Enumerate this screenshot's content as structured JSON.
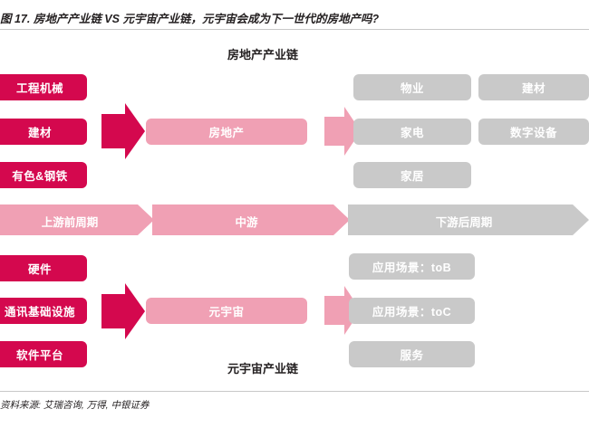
{
  "figure": {
    "title": "图 17. 房地产产业链 VS 元宇宙产业链，元宇宙会成为下一世代的房地产吗?",
    "source": "资料来源: 艾瑞咨询, 万得, 中银证券",
    "heading_top": "房地产产业链",
    "heading_bottom": "元宇宙产业链"
  },
  "colors": {
    "crimson": "#d4084e",
    "pink": "#f0a0b4",
    "grey": "#c9c9c9",
    "light_grey": "#d9d9d9",
    "text_dark": "#231f20"
  },
  "real_estate": {
    "upstream": [
      "工程机械",
      "建材",
      "有色&钢铁"
    ],
    "midstream": [
      "房地产"
    ],
    "downstream": [
      "物业",
      "建材",
      "家电",
      "数字设备",
      "家居"
    ]
  },
  "metaverse": {
    "upstream": [
      "硬件",
      "通讯基础设施",
      "软件平台"
    ],
    "midstream": [
      "元宇宙"
    ],
    "downstream": [
      "应用场景：toB",
      "应用场景：toC",
      "服务"
    ]
  },
  "bands": {
    "upstream_label": "上游前周期",
    "midstream_label": "中游",
    "downstream_label": "下游后周期"
  }
}
